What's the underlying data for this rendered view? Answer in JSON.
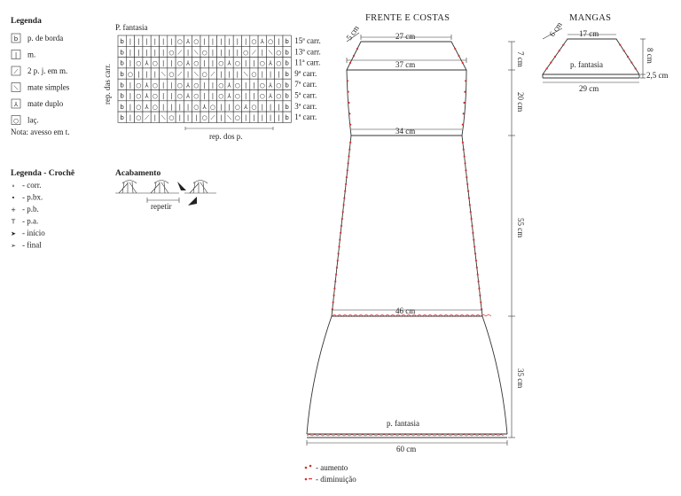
{
  "legend": {
    "title": "Legenda",
    "items": [
      {
        "symbol": "b",
        "label": "p. de borda"
      },
      {
        "symbol": "|",
        "label": "m."
      },
      {
        "symbol": "⟋",
        "label": "2 p. j. em m."
      },
      {
        "symbol": "⟍",
        "label": "mate simples"
      },
      {
        "symbol": "⅄",
        "label": "mate duplo"
      },
      {
        "symbol": "○",
        "label": "laç."
      }
    ],
    "note": "Nota: avesso em t."
  },
  "pattern_chart": {
    "title": "P. fantasia",
    "side_label": "rep. das carr.",
    "bottom_label": "rep. dos p.",
    "row_labels": [
      "15ª carr.",
      "13ª carr.",
      "11ª carr.",
      "9ª carr.",
      "7ª carr.",
      "5ª carr.",
      "3ª carr.",
      "1ª carr."
    ],
    "rows": [
      "b||||||○⅄○||||||○⅄○|b",
      "b|||||○⟋|⟍○||||○⟋|⟍○b",
      "b|○⅄○||○⅄○||○⅄○||○⅄○b",
      "b○|||⟍○⟋|⟍○⟋|||⟍○|||b",
      "b|○⅄○||○⅄○||○⅄○||○⅄○b",
      "b|○⅄○||○⅄○||○⅄○||○⅄○b",
      "b|○⅄○||||○⅄○||○⅄○|||b",
      "b|○⟋|⟍○|||○⟋|⟍○|||||b"
    ]
  },
  "crochet_legend": {
    "title": "Legenda - Crochê",
    "items": [
      {
        "symbol": "∘",
        "label": "- corr."
      },
      {
        "symbol": "•",
        "label": "- p.bx."
      },
      {
        "symbol": "+",
        "label": "- p.b."
      },
      {
        "symbol": "T",
        "label": "- p.a."
      },
      {
        "symbol": "➤",
        "label": "- início"
      },
      {
        "symbol": "➢",
        "label": "- final"
      }
    ]
  },
  "finishing": {
    "title": "Acabamento",
    "repeat_label": "repetir"
  },
  "front_back": {
    "title": "FRENTE E COSTAS",
    "dims": {
      "shoulder_slope": "5 cm",
      "top_width": "27 cm",
      "upper_width": "37 cm",
      "armhole_height": "7 cm",
      "bust_height": "20 cm",
      "waist_width": "34 cm",
      "body_height": "55 cm",
      "hip_width": "46 cm",
      "skirt_height": "35 cm",
      "hem_width": "60 cm"
    },
    "skirt_label": "p. fantasia"
  },
  "sleeves": {
    "title": "MANGAS",
    "dims": {
      "slope": "6 cm",
      "top_width": "17 cm",
      "height": "8 cm",
      "band": "2,5 cm",
      "bottom_width": "29 cm"
    },
    "label": "p. fantasia"
  },
  "bottom_legend": [
    {
      "symbol": "• •",
      "label": "- aumento"
    },
    {
      "symbol": "• -",
      "label": "- diminuição"
    }
  ],
  "colors": {
    "ink": "#333333",
    "marker": "#d0312d"
  }
}
